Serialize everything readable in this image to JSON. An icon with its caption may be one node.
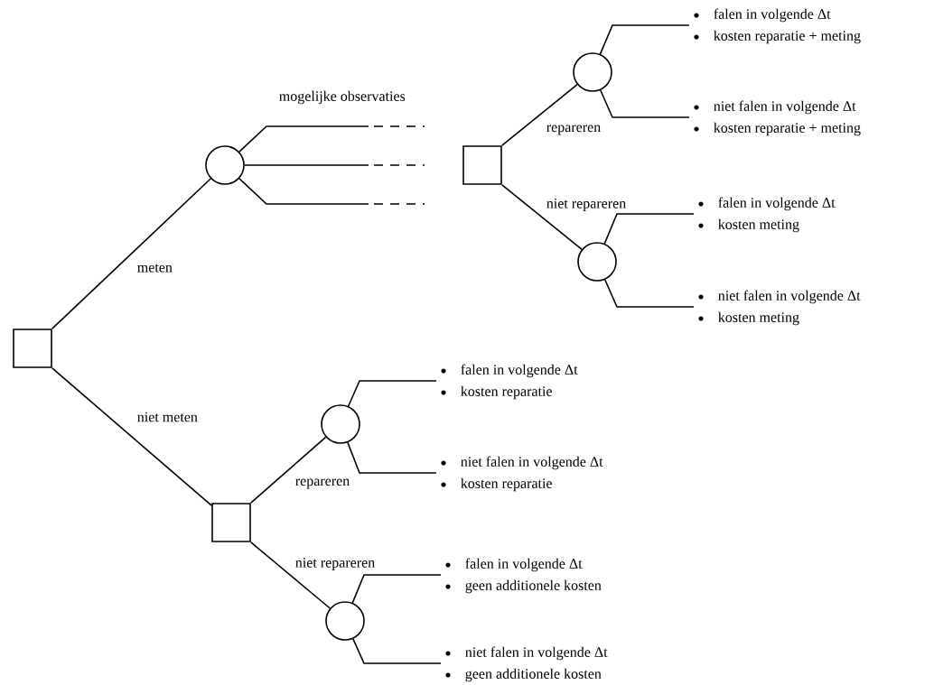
{
  "diagram": {
    "nodes": [
      {
        "text": [],
        "shape": "box"
      },
      {
        "text": [],
        "shape": "circle"
      },
      {
        "text": [],
        "shape": "box"
      },
      {
        "text": [],
        "shape": "circle"
      },
      {
        "text": [],
        "shape": "circle"
      },
      {
        "text": [],
        "shape": "box"
      },
      {
        "text": [],
        "shape": "circle"
      },
      {
        "text": [],
        "shape": "circle"
      },
      {
        "text": [
          "falen in volgende Δt",
          "kosten reparatie + meting"
        ]
      },
      {
        "text": [
          "niet falen in volgende Δt",
          "kosten reparatie + meting"
        ]
      },
      {
        "text": [
          "falen in volgende Δt",
          "kosten meting"
        ]
      },
      {
        "text": [
          "niet falen in volgende Δt",
          "kosten meting"
        ]
      },
      {
        "text": [
          "falen in volgende Δt",
          "kosten reparatie"
        ]
      },
      {
        "text": [
          "niet falen in volgende Δt",
          "kosten reparatie"
        ]
      },
      {
        "text": [
          "falen in volgende Δt",
          "geen additionele kosten"
        ]
      },
      {
        "text": [
          "niet falen in volgende Δt",
          "geen additionele kosten"
        ]
      }
    ],
    "edges": [
      {
        "from": 0,
        "to": 1,
        "arrow": "none",
        "label": "meten"
      },
      {
        "from": 0,
        "to": 5,
        "arrow": "none",
        "label": "niet meten"
      },
      {
        "from": 1,
        "to": null,
        "arrow": "none"
      },
      {
        "from": 1,
        "to": null,
        "arrow": "none"
      },
      {
        "from": 1,
        "to": null,
        "arrow": "none"
      },
      {
        "from": 2,
        "to": 3,
        "arrow": "none",
        "label": "repareren"
      },
      {
        "from": 2,
        "to": 4,
        "arrow": "none",
        "label": "niet repareren"
      },
      {
        "from": 3,
        "to": 8,
        "arrow": "none"
      },
      {
        "from": 3,
        "to": 9,
        "arrow": "none"
      },
      {
        "from": 4,
        "to": 10,
        "arrow": "none"
      },
      {
        "from": 4,
        "to": 11,
        "arrow": "none"
      },
      {
        "from": 5,
        "to": 6,
        "arrow": "none",
        "label": "repareren"
      },
      {
        "from": 5,
        "to": 7,
        "arrow": "none",
        "label": "niet repareren"
      },
      {
        "from": 6,
        "to": 12,
        "arrow": "none"
      },
      {
        "from": 6,
        "to": 13,
        "arrow": "none"
      },
      {
        "from": 7,
        "to": 14,
        "arrow": "none"
      },
      {
        "from": 7,
        "to": 15,
        "arrow": "none"
      }
    ],
    "labels": [
      "mogelijke observaties"
    ]
  }
}
